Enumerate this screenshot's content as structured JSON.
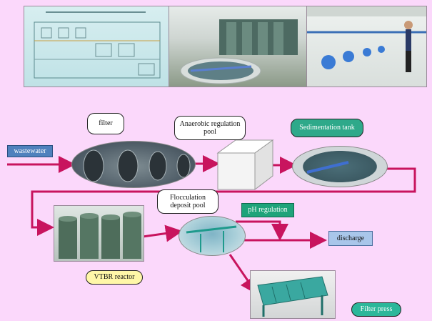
{
  "labels": {
    "filter": "filter",
    "anaerobic": "Anaerobic regulation pool",
    "sedimentation": "Sedimentation tank",
    "wastewater": "wastewater",
    "flocculation": "Flocculation deposit pool",
    "ph": "pH regulation",
    "discharge": "discharge",
    "vtbr": "VTBR reactor",
    "filterpress": "Filter press"
  },
  "colors": {
    "background": "#fbd8fb",
    "arrow": "#c8145e",
    "wastewater_box": "#4f81bd",
    "sedimentation_box": "#2ea98a",
    "ph_box": "#1fa37a",
    "discharge_box": "#a9c6ea",
    "vtbr_box": "#fff7a8",
    "filterpress_box": "#2bb79a"
  }
}
